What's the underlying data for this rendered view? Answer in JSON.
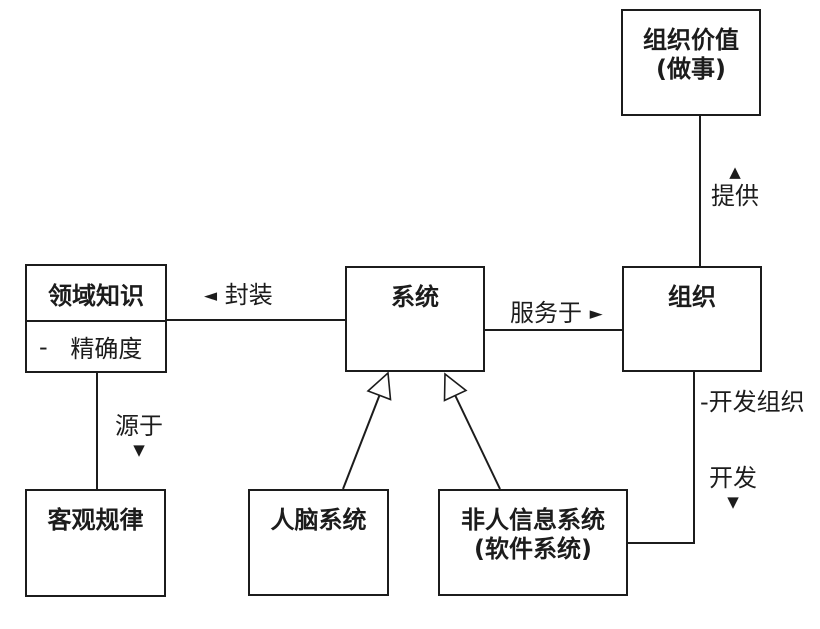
{
  "diagram": {
    "background": "#ffffff",
    "line_color": "#1c1c1c",
    "text_color": "#1c1c1c",
    "boxes": {
      "org_value": {
        "title": "组织价值",
        "subtitle": "(做事)"
      },
      "domain_knowledge": {
        "title": "领域知识",
        "attribute_dash": "-",
        "attribute": "精确度"
      },
      "system": {
        "title": "系统"
      },
      "organization": {
        "title": "组织"
      },
      "human_brain": {
        "title": "人脑系统"
      },
      "non_human_info_system": {
        "title": "非人信息系统",
        "subtitle": "(软件系统)"
      },
      "objective_law": {
        "title": "客观规律"
      }
    },
    "labels": {
      "encapsulate": "封装",
      "encapsulate_arrow": "◄",
      "serve": "服务于",
      "serve_arrow": "►",
      "provide": "提供",
      "provide_arrow": "▲",
      "derive": "源于",
      "derive_arrow": "▼",
      "develop_org": "-开发组织",
      "develop": "开发",
      "develop_arrow": "▼"
    }
  }
}
